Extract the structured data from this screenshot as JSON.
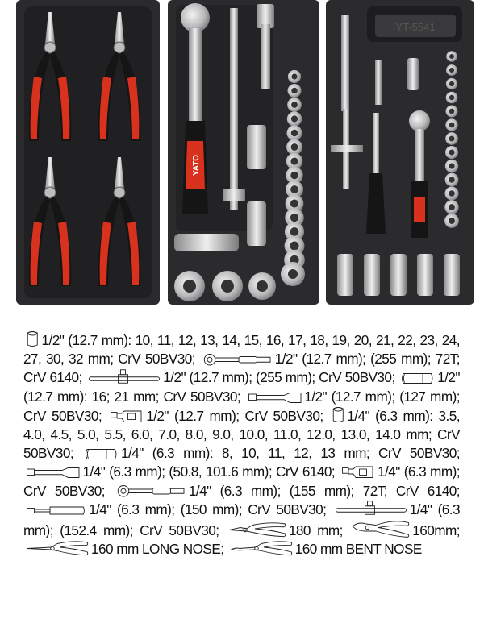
{
  "photo": {
    "tray_labels": {
      "tray3_emboss": "YT-5541",
      "brand": "YATO"
    },
    "colors": {
      "tray": "#2b2b2d",
      "handle_red": "#d8321f",
      "handle_black": "#151515",
      "steel": "#c9c9cb"
    }
  },
  "specs": [
    {
      "icon": "socket-icon",
      "text": "1/2\" (12.7 mm): 10, 11, 12, 13, 14, 15, 16, 17, 18, 19, 20, 21, 22, 23, 24, 27, 30, 32 mm; CrV 50BV30;"
    },
    {
      "icon": "ratchet-icon",
      "text": "1/2\" (12.7 mm); (255 mm); 72T; CrV 6140;"
    },
    {
      "icon": "t-bar-icon",
      "text": "1/2\" (12.7 mm); (255 mm); CrV 50BV30;"
    },
    {
      "icon": "deep-socket-icon",
      "text": "1/2\" (12.7 mm): 16; 21 mm; CrV 50BV30;"
    },
    {
      "icon": "extension-bar-icon",
      "text": "1/2\" (12.7 mm); (127 mm); CrV 50BV30;"
    },
    {
      "icon": "universal-joint-icon",
      "text": "1/2\" (12.7 mm); CrV 50BV30;"
    },
    {
      "icon": "socket-icon",
      "text": "1/4\" (6.3 mm): 3.5, 4.0, 4.5, 5.0, 5.5, 6.0, 7.0, 8.0, 9.0, 10.0, 11.0, 12.0, 13.0, 14.0 mm; CrV 50BV30;"
    },
    {
      "icon": "deep-socket-icon",
      "text": "1/4\" (6.3 mm): 8, 10, 11, 12, 13 mm; CrV 50BV30;"
    },
    {
      "icon": "extension-bar-icon",
      "text": "1/4\" (6.3 mm); (50.8, 101.6 mm); CrV 6140;"
    },
    {
      "icon": "universal-joint-icon",
      "text": "1/4\" (6.3 mm); CrV 50BV30;"
    },
    {
      "icon": "ratchet-icon",
      "text": "1/4\" (6.3 mm); (155 mm); 72T; CrV 6140;"
    },
    {
      "icon": "spinner-handle-icon",
      "text": "1/4\" (6.3 mm); (150 mm); CrV 50BV30;"
    },
    {
      "icon": "t-bar-icon",
      "text": "1/4\" (6.3 mm); (152.4 mm); CrV 50BV30;"
    },
    {
      "icon": "combination-pliers-icon",
      "text": "180 mm;"
    },
    {
      "icon": "diagonal-pliers-icon",
      "text": "160mm;"
    },
    {
      "icon": "long-nose-pliers-icon",
      "text": "160 mm LONG NOSE;"
    },
    {
      "icon": "bent-nose-pliers-icon",
      "text": "160 mm BENT NOSE"
    }
  ]
}
